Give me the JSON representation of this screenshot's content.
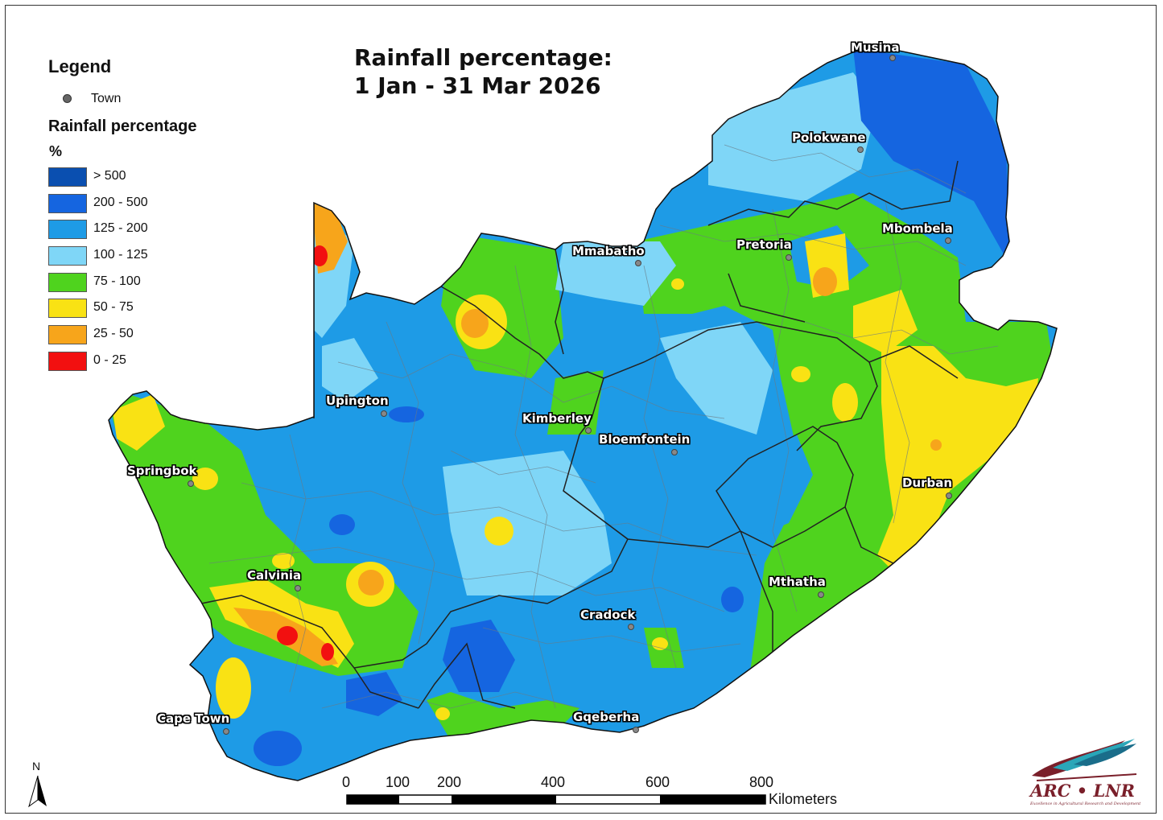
{
  "map": {
    "title_line1": "Rainfall percentage:",
    "title_line2": "1 Jan - 31 Mar 2026"
  },
  "legend": {
    "title": "Legend",
    "town_label": "Town",
    "subtitle": "Rainfall percentage",
    "unit": "%",
    "classes": [
      {
        "label": "> 500",
        "color": "#0a4fb0"
      },
      {
        "label": "200 - 500",
        "color": "#1565e0"
      },
      {
        "label": "125 - 200",
        "color": "#1e9be6"
      },
      {
        "label": "100 - 125",
        "color": "#7fd6f7"
      },
      {
        "label": "75 - 100",
        "color": "#4fd31e"
      },
      {
        "label": "50 - 75",
        "color": "#f9e214"
      },
      {
        "label": "25 - 50",
        "color": "#f7a51b"
      },
      {
        "label": "0 - 25",
        "color": "#f21010"
      }
    ]
  },
  "towns": [
    {
      "name": "Musina"
    },
    {
      "name": "Polokwane"
    },
    {
      "name": "Mbombela"
    },
    {
      "name": "Pretoria"
    },
    {
      "name": "Mmabatho"
    },
    {
      "name": "Upington"
    },
    {
      "name": "Kimberley"
    },
    {
      "name": "Bloemfontein"
    },
    {
      "name": "Springbok"
    },
    {
      "name": "Durban"
    },
    {
      "name": "Calvinia"
    },
    {
      "name": "Mthatha"
    },
    {
      "name": "Cradock"
    },
    {
      "name": "Gqeberha"
    },
    {
      "name": "Cape Town"
    }
  ],
  "scale": {
    "labels": [
      "0",
      "100",
      "200",
      "400",
      "600",
      "800"
    ],
    "unit": "Kilometers"
  },
  "north_arrow": {
    "label": "N"
  },
  "logo": {
    "text": "ARC • LNR",
    "tagline": "Excellence in Agricultural Research and Development"
  }
}
